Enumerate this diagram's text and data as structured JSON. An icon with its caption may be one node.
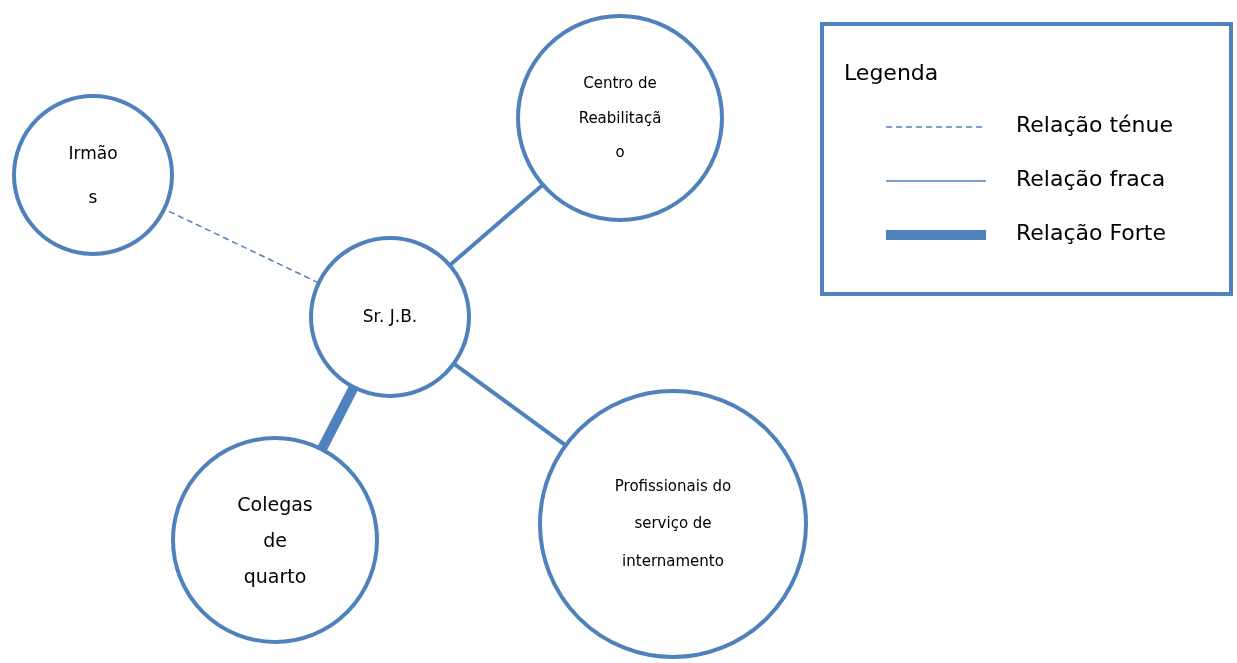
{
  "diagram": {
    "nodes": [
      {
        "text": [
          "Irmão s"
        ]
      },
      {
        "text": [
          "Centro de Reabilitaçã o"
        ]
      },
      {
        "text": [
          "Sr. J.B."
        ]
      },
      {
        "text": [
          "Colegas de quarto"
        ]
      },
      {
        "text": [
          "Profissionais do serviço de internamento"
        ]
      }
    ],
    "edges": [
      {
        "from": 2,
        "to": 0,
        "arrow": "none",
        "style": "dashed"
      },
      {
        "from": 2,
        "to": 1,
        "arrow": "none"
      },
      {
        "from": 2,
        "to": 3,
        "arrow": "none",
        "style": "thick"
      },
      {
        "from": 2,
        "to": 4,
        "arrow": "none"
      }
    ],
    "labels": [
      "Legenda"
    ],
    "legend": [
      {
        "text": "Relação ténue"
      },
      {
        "text": "Relação fraca"
      },
      {
        "text": "Relação Forte"
      }
    ]
  }
}
